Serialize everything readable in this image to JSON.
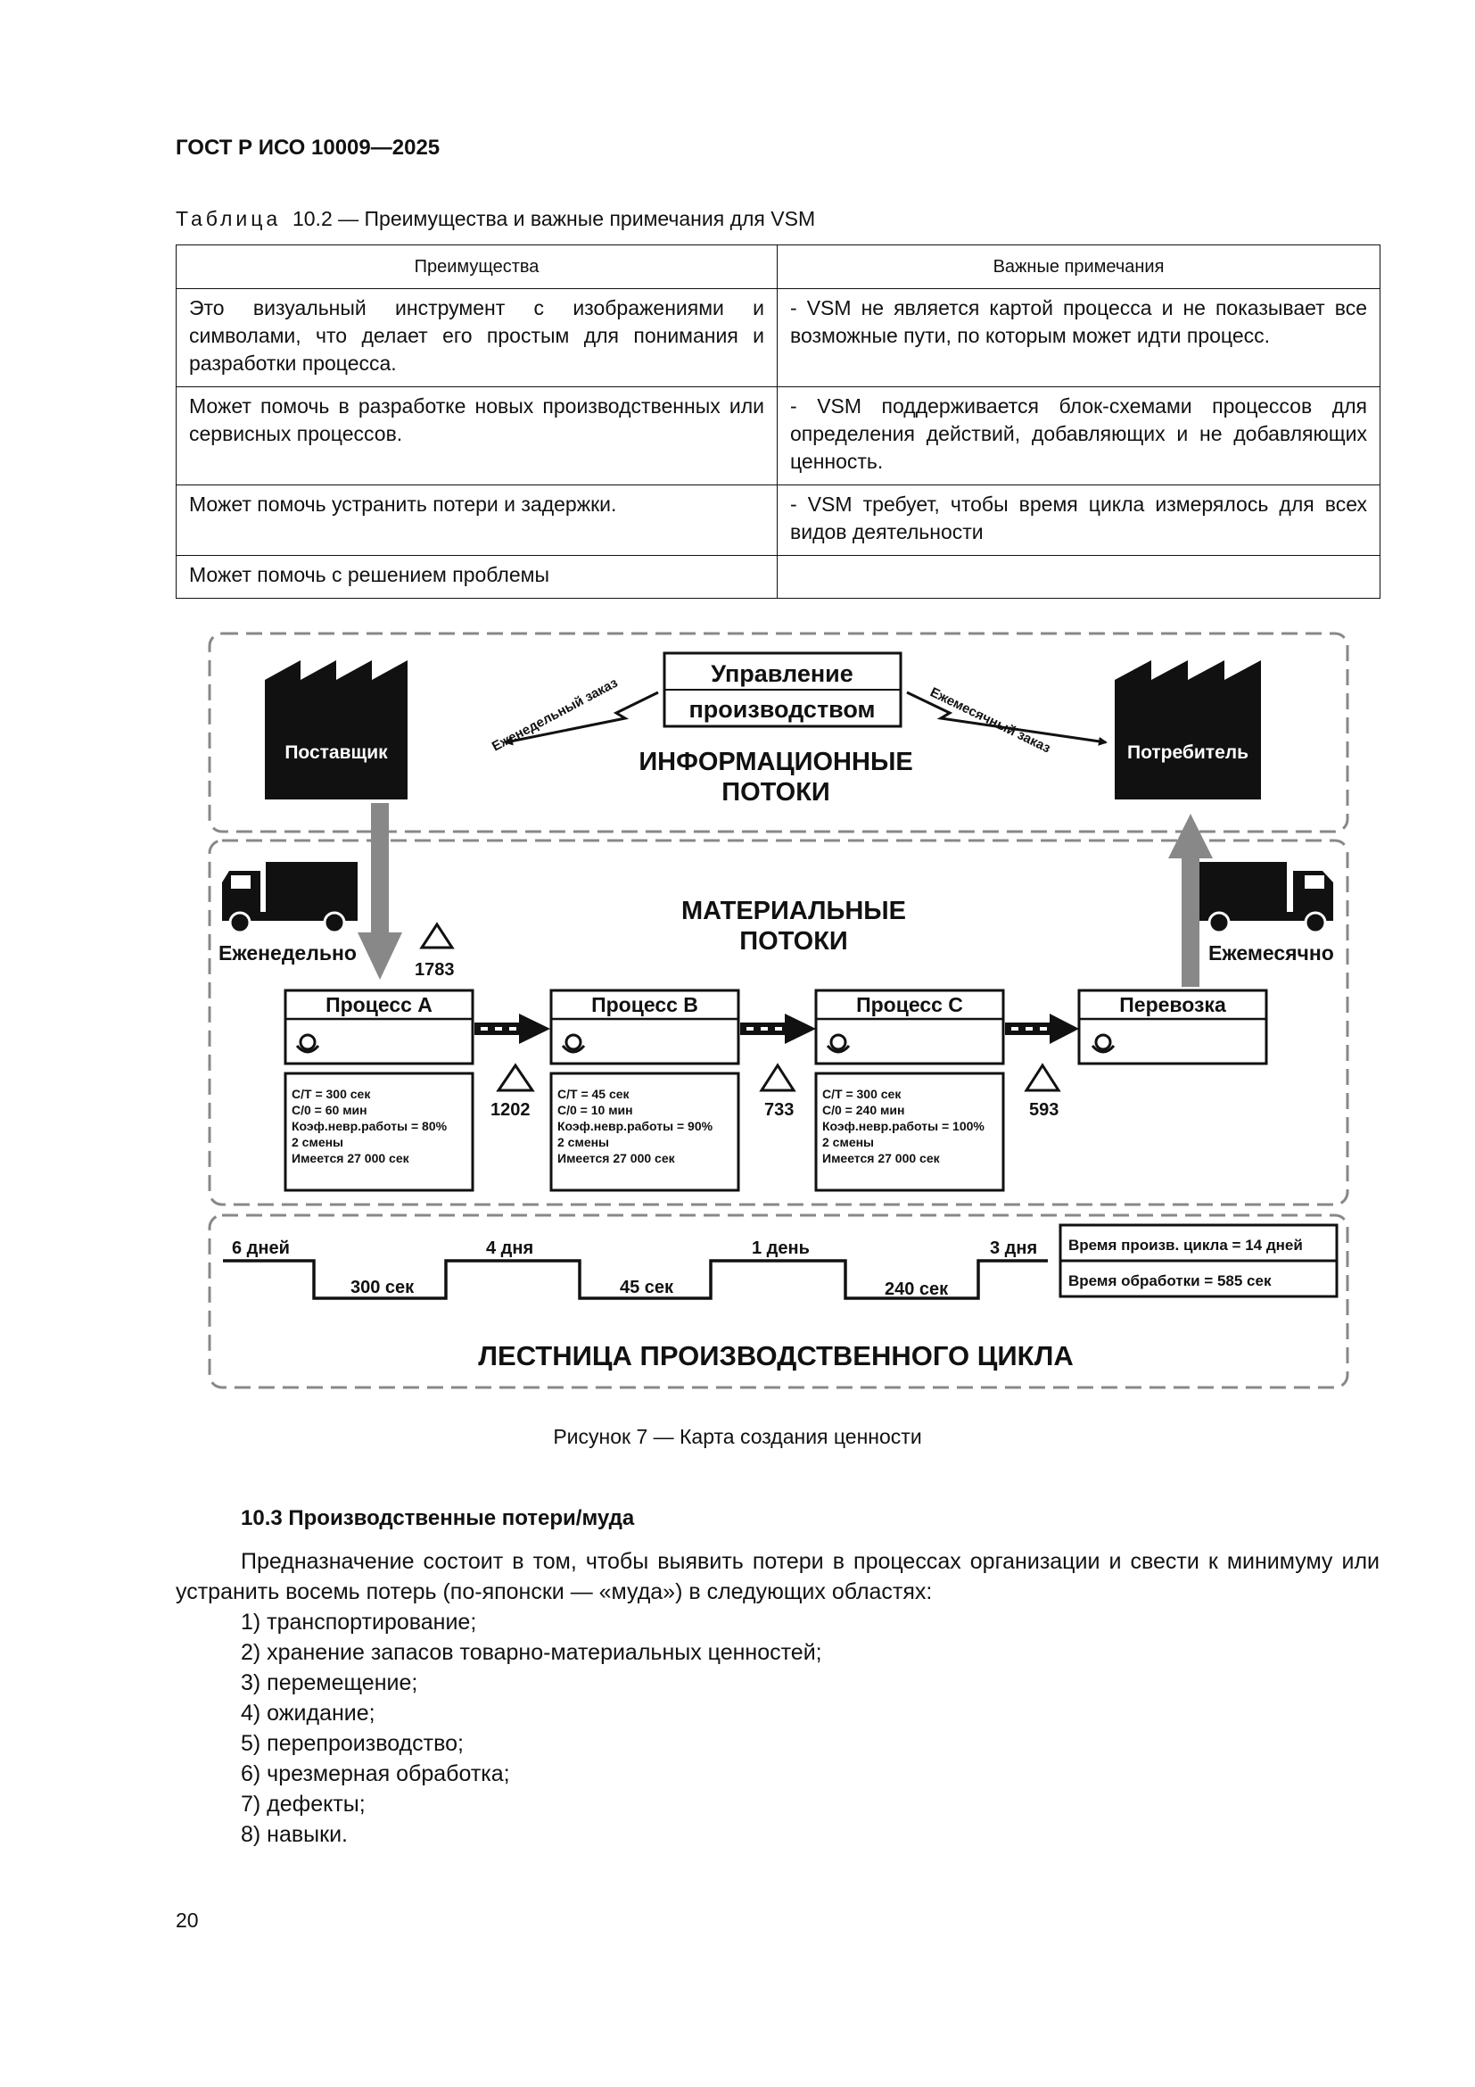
{
  "header": {
    "running_head": "ГОСТ Р ИСО 10009—2025"
  },
  "table": {
    "caption_label": "Таблица",
    "caption_text": "10.2 — Преимущества и важные примечания для VSM",
    "headers": [
      "Преимущества",
      "Важные примечания"
    ],
    "rows": [
      [
        "Это визуальный инструмент с изображениями и символами, что делает его простым для понимания и разработки процесса.",
        "- VSM не является картой процесса и не показывает все возможные пути, по которым может идти процесс."
      ],
      [
        "Может помочь в разработке новых производственных или сервисных процессов.",
        "- VSM поддерживается блок-схемами процессов для определения действий, добавляющих и не добавляющих ценность."
      ],
      [
        "Может помочь устранить потери и задержки.",
        "- VSM требует, чтобы время цикла измерялось для всех видов деятельности"
      ],
      [
        "Может помочь с решением проблемы",
        ""
      ]
    ]
  },
  "figure": {
    "production_control": [
      "Управление",
      "производством"
    ],
    "supplier": "Поставщик",
    "customer": "Потребитель",
    "weekly_order": "Еженедельный заказ",
    "monthly_order": "Ежемесячный заказ",
    "info_flows": [
      "ИНФОРМАЦИОННЫЕ",
      "ПОТОКИ"
    ],
    "material_flows": [
      "МАТЕРИАЛЬНЫЕ",
      "ПОТОКИ"
    ],
    "weekly": "Еженедельно",
    "monthly": "Ежемесячно",
    "inventories": [
      "1783",
      "1202",
      "733",
      "593"
    ],
    "processes": [
      {
        "name": "Процесс А",
        "data": [
          "С/Т = 300 сек",
          "С/0 = 60 мин",
          "Коэф.невр.работы = 80%",
          "2 смены",
          "Имеется 27 000 сек"
        ]
      },
      {
        "name": "Процесс В",
        "data": [
          "С/Т = 45 сек",
          "С/0 = 10 мин",
          "Коэф.невр.работы = 90%",
          "2 смены",
          "Имеется 27 000 сек"
        ]
      },
      {
        "name": "Процесс С",
        "data": [
          "С/Т = 300 сек",
          "С/0 = 240 мин",
          "Коэф.невр.работы = 100%",
          "2 смены",
          "Имеется 27 000 сек"
        ]
      },
      {
        "name": "Перевозка",
        "data": []
      }
    ],
    "timeline_wait": [
      "6 дней",
      "4 дня",
      "1 день",
      "3 дня"
    ],
    "timeline_process": [
      "300 сек",
      "45 сек",
      "240 сек"
    ],
    "lead_time": "Время произв. цикла = 14 дней",
    "processing_time": "Время обработки = 585 сек",
    "ladder_title": "ЛЕСТНИЦА ПРОИЗВОДСТВЕННОГО ЦИКЛА"
  },
  "figure_caption": "Рисунок 7 — Карта создания ценности",
  "section": {
    "heading": "10.3 Производственные потери/муда",
    "paragraph": "Предназначение состоит в том, чтобы выявить потери в процессах организации и свести к минимуму или устранить восемь потерь (по-японски — «муда») в следующих областях:",
    "items": [
      "1) транспортирование;",
      "2) хранение запасов товарно-материальных ценностей;",
      "3) перемещение;",
      "4) ожидание;",
      "5) перепроизводство;",
      "6) чрезмерная обработка;",
      "7) дефекты;",
      "8) навыки."
    ]
  },
  "page_number": "20"
}
